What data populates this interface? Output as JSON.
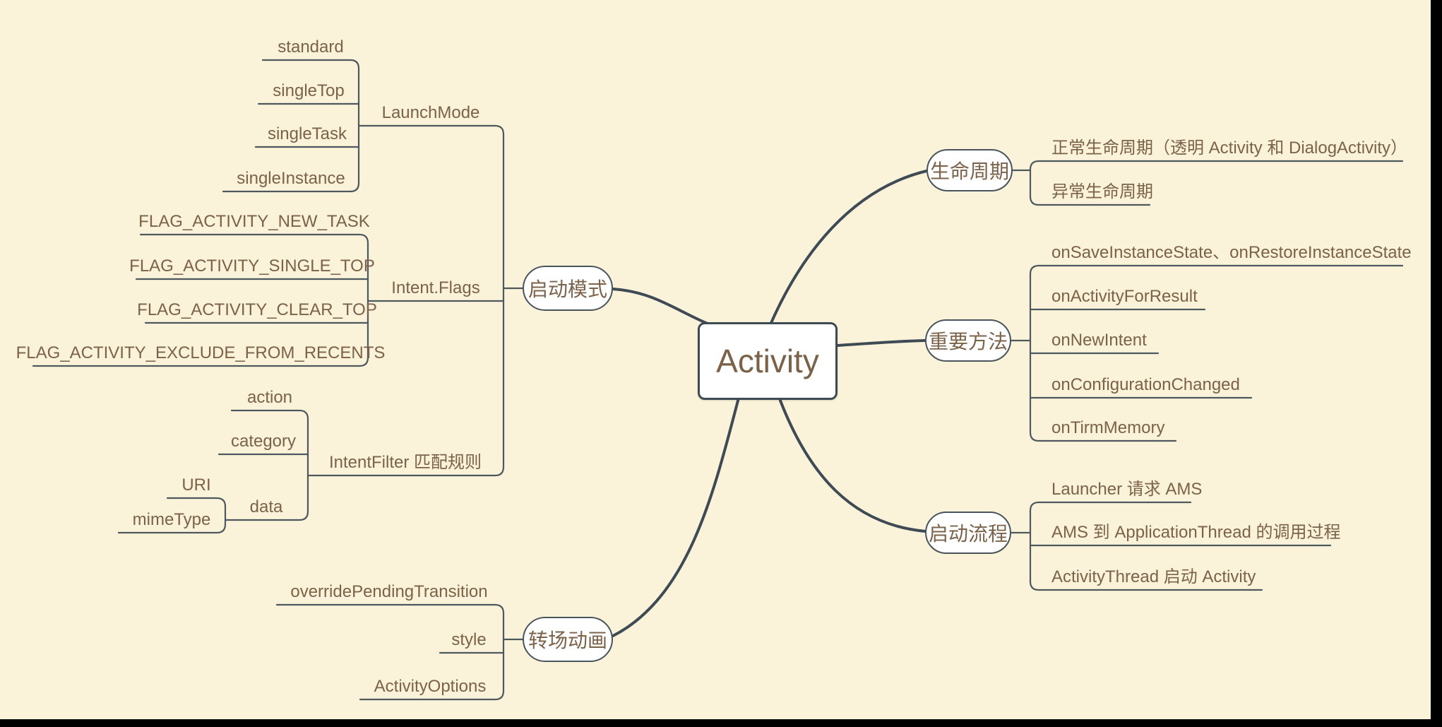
{
  "theme": {
    "background": "#FAF3D9",
    "line_color": "#4D585F",
    "branch_color": "#3F4B54",
    "text_color": "#7B6249",
    "node_fill": "#FFFFFF"
  },
  "mindmap": {
    "root": {
      "label": "Activity"
    },
    "left": [
      {
        "label": "启动模式",
        "children": [
          {
            "label": "LaunchMode",
            "children": [
              {
                "label": "standard"
              },
              {
                "label": "singleTop"
              },
              {
                "label": "singleTask"
              },
              {
                "label": "singleInstance"
              }
            ]
          },
          {
            "label": "Intent.Flags",
            "children": [
              {
                "label": "FLAG_ACTIVITY_NEW_TASK"
              },
              {
                "label": "FLAG_ACTIVITY_SINGLE_TOP"
              },
              {
                "label": "FLAG_ACTIVITY_CLEAR_TOP"
              },
              {
                "label": "FLAG_ACTIVITY_EXCLUDE_FROM_RECENTS"
              }
            ]
          },
          {
            "label": "IntentFilter 匹配规则",
            "children": [
              {
                "label": "action"
              },
              {
                "label": "category"
              },
              {
                "label": "data",
                "children": [
                  {
                    "label": "URI"
                  },
                  {
                    "label": "mimeType"
                  }
                ]
              }
            ]
          }
        ]
      },
      {
        "label": "转场动画",
        "children": [
          {
            "label": "overridePendingTransition"
          },
          {
            "label": "style"
          },
          {
            "label": "ActivityOptions"
          }
        ]
      }
    ],
    "right": [
      {
        "label": "生命周期",
        "children": [
          {
            "label": "正常生命周期（透明 Activity 和 DialogActivity）"
          },
          {
            "label": "异常生命周期"
          }
        ]
      },
      {
        "label": "重要方法",
        "children": [
          {
            "label": "onSaveInstanceState、onRestoreInstanceState"
          },
          {
            "label": "onActivityForResult"
          },
          {
            "label": "onNewIntent"
          },
          {
            "label": "onConfigurationChanged"
          },
          {
            "label": "onTirmMemory"
          }
        ]
      },
      {
        "label": "启动流程",
        "children": [
          {
            "label": "Launcher 请求 AMS"
          },
          {
            "label": "AMS 到 ApplicationThread 的调用过程"
          },
          {
            "label": "ActivityThread 启动 Activity"
          }
        ]
      }
    ]
  }
}
